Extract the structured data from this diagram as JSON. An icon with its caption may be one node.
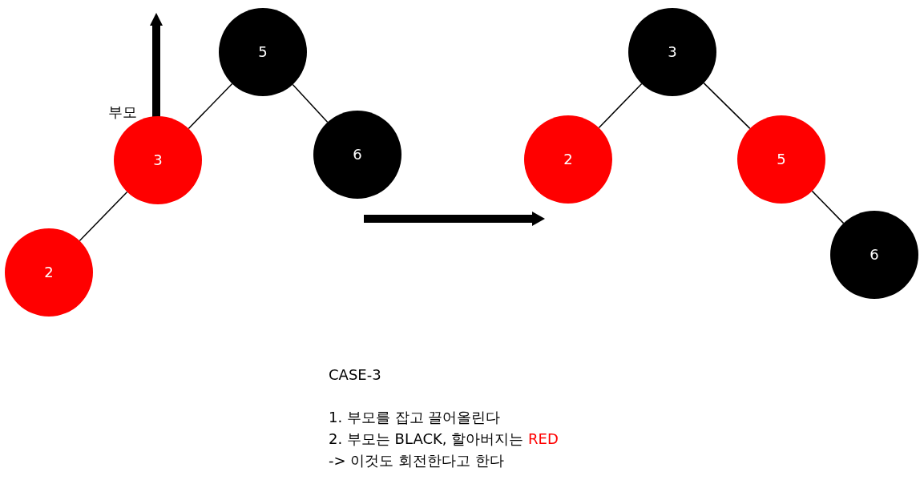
{
  "diagram": {
    "nodes": [
      {
        "text": [
          "5"
        ]
      },
      {
        "text": [
          "3"
        ]
      },
      {
        "text": [
          "6"
        ]
      },
      {
        "text": [
          "2"
        ]
      },
      {
        "text": [
          "3"
        ]
      },
      {
        "text": [
          "2"
        ]
      },
      {
        "text": [
          "5"
        ]
      },
      {
        "text": [
          "6"
        ]
      }
    ],
    "edges": [
      {
        "from": 0,
        "to": 1,
        "arrow": "none"
      },
      {
        "from": 0,
        "to": 2,
        "arrow": "none"
      },
      {
        "from": 1,
        "to": 3,
        "arrow": "none"
      },
      {
        "from": 4,
        "to": 5,
        "arrow": "none"
      },
      {
        "from": 4,
        "to": 6,
        "arrow": "none"
      },
      {
        "from": 6,
        "to": 7,
        "arrow": "none"
      }
    ],
    "labels": [
      "부모",
      "CASE-3",
      "1. 부모를 잡고 끌어올린다",
      "2. 부모는 BLACK, 할아버지는",
      "RED",
      "-> 이것도 회전한다고 한다"
    ]
  }
}
